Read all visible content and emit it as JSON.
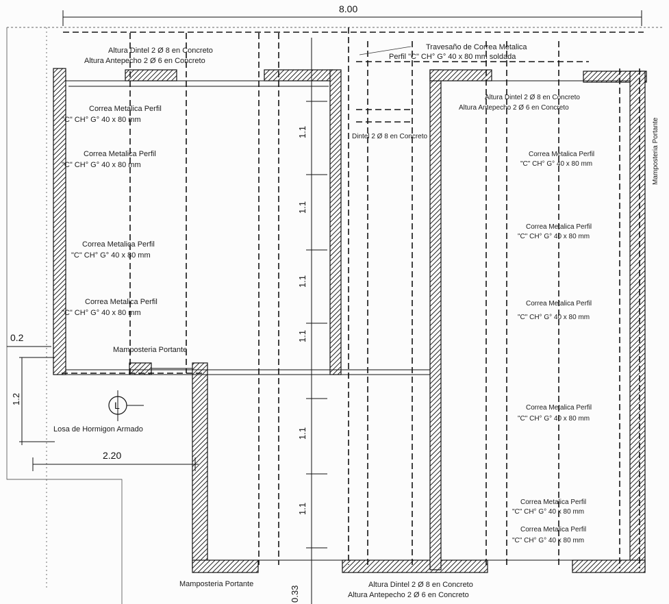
{
  "dimensions": {
    "overall_width": "8.00",
    "side_offset": "0.2",
    "slab_height": "1.2",
    "slab_width": "2.20",
    "spacing_1": "1.1",
    "spacing_2": "1.1",
    "spacing_3": "1.1",
    "spacing_4": "1.1",
    "spacing_5": "1.1",
    "spacing_6": "1.1",
    "bottom_offset": "0.33"
  },
  "labels": {
    "top_left_dintel": "Altura Dintel 2 Ø 8 en Concreto",
    "top_left_antepecho": "Altura Antepecho 2 Ø 6 en Concreto",
    "traversal_1": "Travesaño de Correa Metalica",
    "traversal_2": "Perfil \"C\" CH° G° 40 x 80 mm soldada",
    "right_dintel": "Altura Dintel 2 Ø 8 en Concreto",
    "right_antepecho": "Altura Antepecho 2 Ø 6 en Concreto",
    "middle_dintel": "Dintel 2 Ø 8 en Concreto",
    "correa_title": "Correa Metalica Perfil",
    "correa_spec": "\"C\" CH° G° 40 x 80 mm",
    "mamposteria_top": "Mamposteria Portante",
    "mamposteria_bottom": "Mamposteria Portante",
    "mamposteria_side": "Mamposteria Portante",
    "losa": "Losa de Hormigon Armado",
    "circle_marker": "L",
    "bottom_dintel": "Altura Dintel 2 Ø 8 en Concreto",
    "bottom_antepecho": "Altura Antepecho 2 Ø 6 en Concreto"
  }
}
